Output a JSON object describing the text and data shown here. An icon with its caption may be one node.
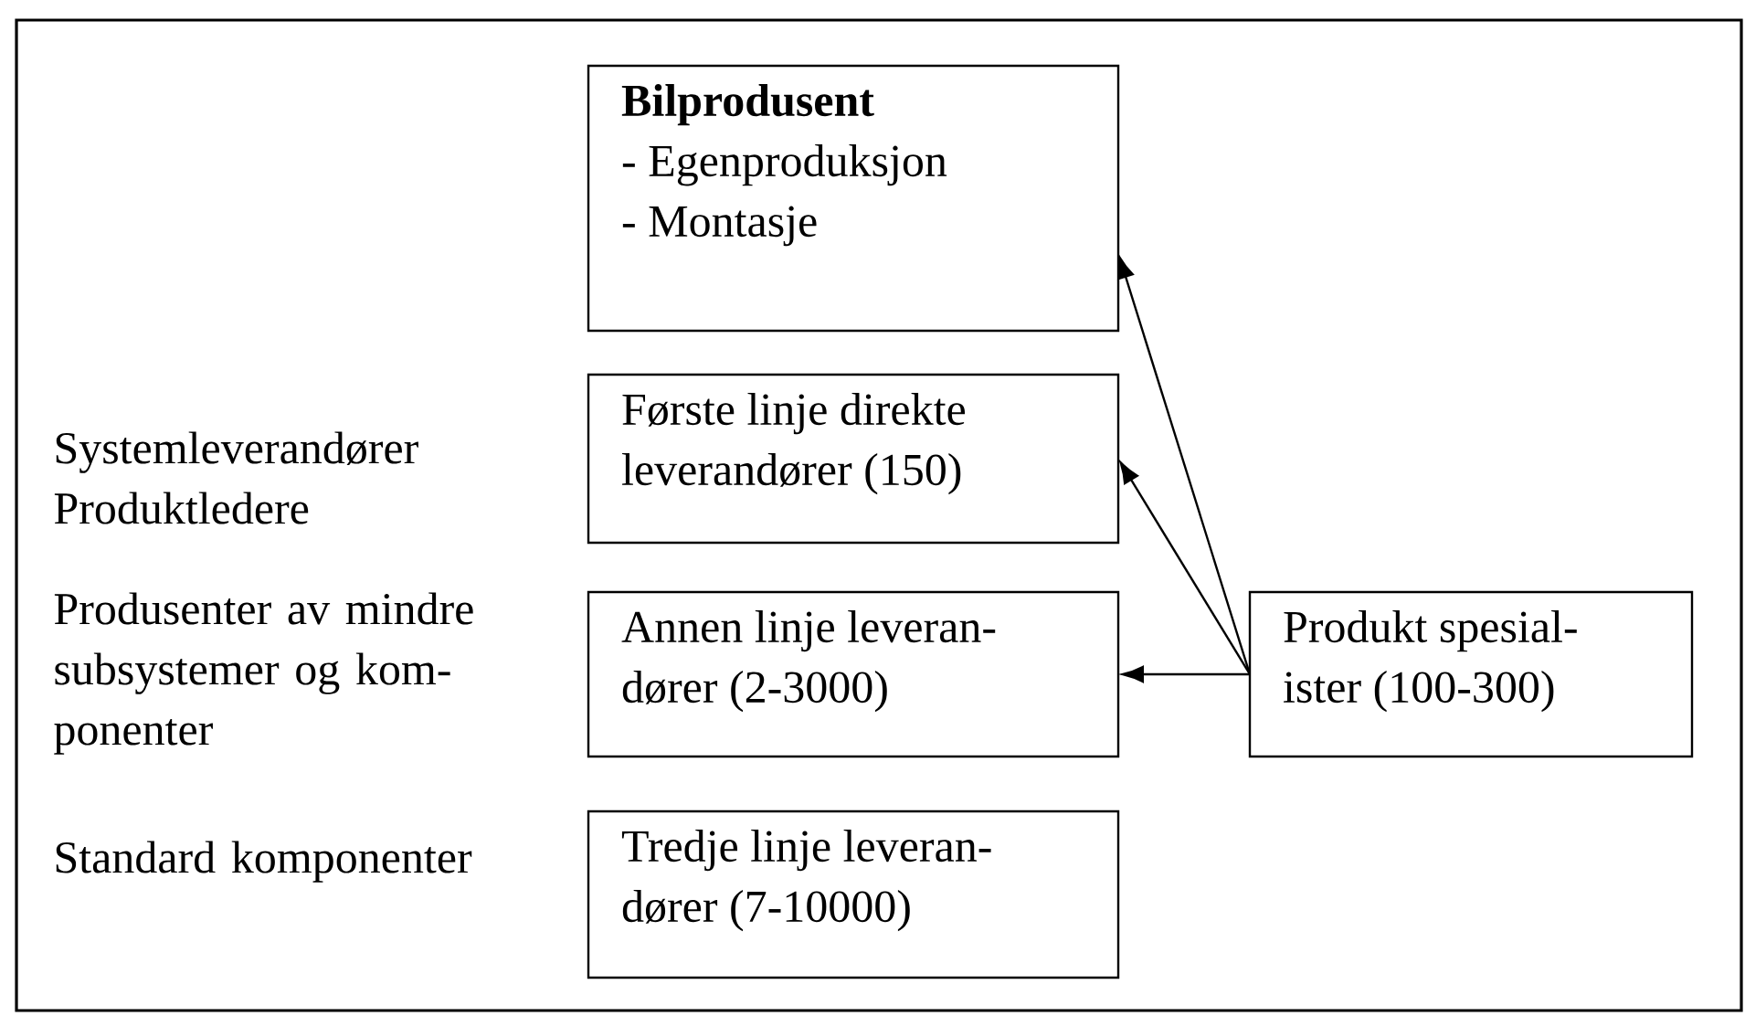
{
  "diagram": {
    "nodes": [
      {
        "text": [
          "Bilprodusent",
          "- Egenproduksjon",
          "- Montasje"
        ]
      },
      {
        "text": [
          "Første linje direkte leverandører (150)"
        ]
      },
      {
        "text": [
          "Annen linje leveran- dører (2-3000)"
        ]
      },
      {
        "text": [
          "Tredje linje leveran- dører (7-10000)"
        ]
      },
      {
        "text": [
          "Produkt spesial- ister (100-300)"
        ]
      }
    ],
    "edges": [
      {
        "from": 4,
        "to": 0,
        "arrow": "to"
      },
      {
        "from": 4,
        "to": 1,
        "arrow": "to"
      },
      {
        "from": 4,
        "to": 2,
        "arrow": "to"
      }
    ],
    "labels": [
      "Systemleverandører Produktledere",
      "Produsenter av mindre subsystemer og kom- ponenter",
      "Standard komponenter"
    ]
  }
}
